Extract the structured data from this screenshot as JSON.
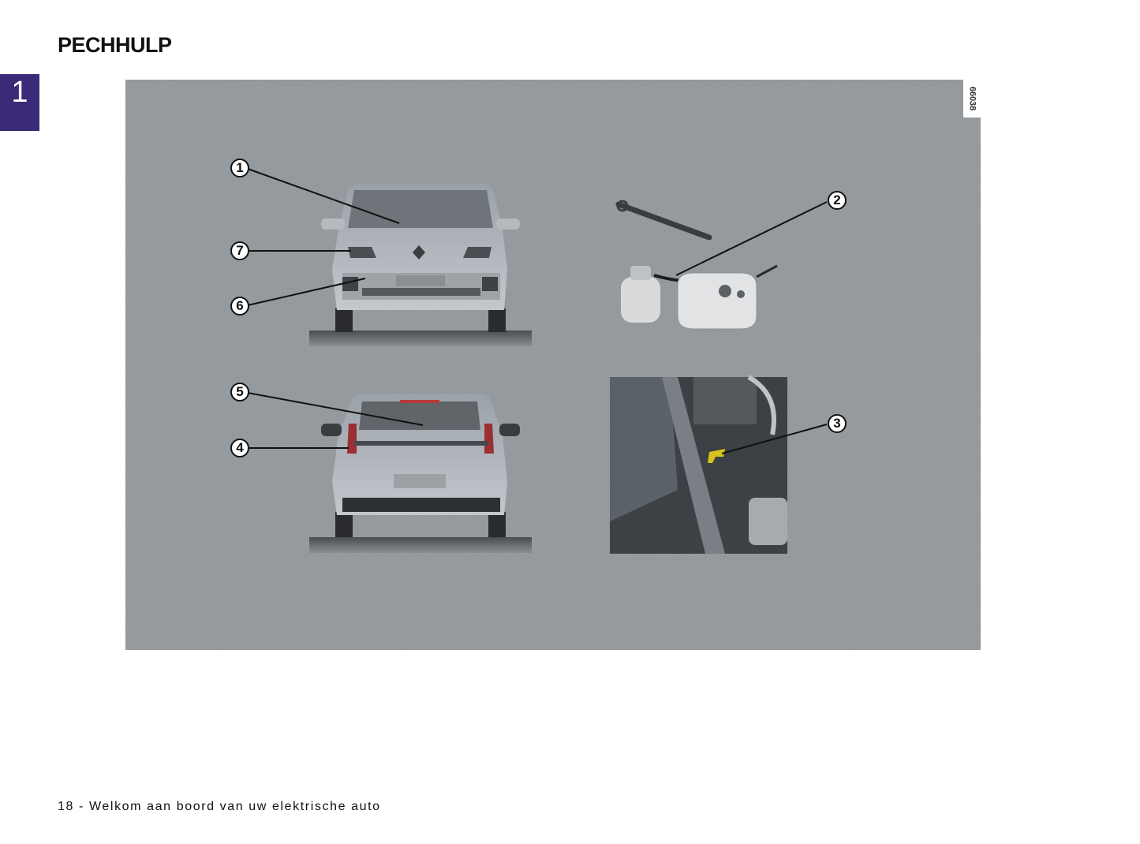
{
  "page": {
    "title": "PECHHULP",
    "chapter_number": "1",
    "footer": "18 - Welkom aan boord van uw elektrische auto"
  },
  "figure": {
    "reference_code": "66038",
    "background_color": "#8a9094",
    "panels": [
      {
        "name": "front-view",
        "description": "front view of vehicle"
      },
      {
        "name": "tyre-repair-kit",
        "description": "towing eye, inflation compressor and sealant bottle"
      },
      {
        "name": "rear-view",
        "description": "rear view of vehicle"
      },
      {
        "name": "interior-view",
        "description": "driver footwell with highlighted panel"
      }
    ],
    "callouts": [
      {
        "label": "1",
        "target": "windscreen"
      },
      {
        "label": "2",
        "target": "tyre-repair-kit"
      },
      {
        "label": "3",
        "target": "footwell-panel"
      },
      {
        "label": "4",
        "target": "rear-light"
      },
      {
        "label": "5",
        "target": "rear-window"
      },
      {
        "label": "6",
        "target": "front-bumper"
      },
      {
        "label": "7",
        "target": "headlight"
      }
    ]
  },
  "colors": {
    "chapter_tab": "#3b2a78",
    "highlight": "#d7c31c"
  }
}
